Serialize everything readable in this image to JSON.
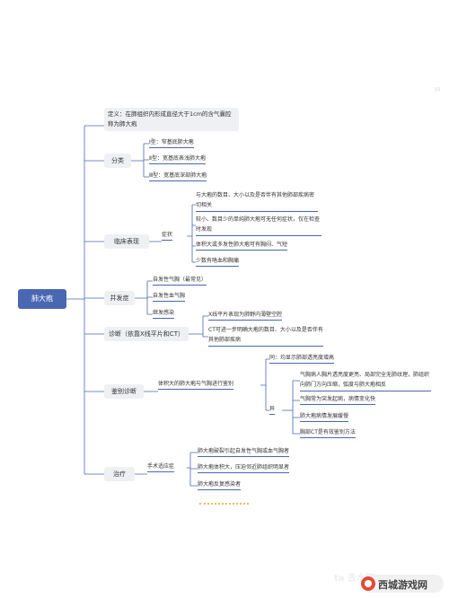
{
  "root": "肺大疱",
  "definition": "定义：在肺组织内形成直径大于1cm的含气囊腔称为肺大疱",
  "classification": {
    "label": "分类",
    "items": [
      "Ⅰ型：窄基底肺大疱",
      "Ⅱ型：宽基底表浅肺大疱",
      "Ⅲ型：宽基底深部肺大疱"
    ]
  },
  "clinical": {
    "label": "临床表现",
    "sub": "症状",
    "items": [
      "与大疱的数目、大小以及是否伴有其他肺部疾病密切相关",
      "较小、数目少的单纯肺大疱可无任何症状，仅在检查时发现",
      "体积大或多发性肺大疱可有胸闷、气短",
      "少数有咯血和胸痛"
    ]
  },
  "complications": {
    "label": "并发症",
    "items": [
      "自发性气胸（最常见）",
      "自发性血气胸",
      "继发感染"
    ]
  },
  "diagnosis": {
    "label": "诊断（依靠X线平片和CT）",
    "items": [
      "X线平片表现为肺野内薄壁空腔",
      "CT可进一步明确大疱的数目、大小以及是否伴有其他肺部疾病"
    ]
  },
  "differential": {
    "label": "鉴别诊断",
    "sub": "体积大的肺大疱与气胸进行鉴别",
    "same": "同：均显示肺部透亮度增高",
    "diff_label": "异",
    "diff_items": [
      "气胸病人胸片透亮度更亮、局部完全无肺纹理，肺组织向肺门方向压缩，弧度与肺大疱相反",
      "气胸常为突发起病，病情变化快",
      "肺大疱病情发展缓慢",
      "胸部CT是有效鉴别方法"
    ]
  },
  "treatment": {
    "label": "治疗",
    "sub": "手术适应症",
    "items": [
      "肺大疱破裂引起自发性气胸或血气胸者",
      "肺大疱体积大，压迫邻近肺组织明显者",
      "肺大疱反复感染者"
    ]
  },
  "page_number": "1/1",
  "watermark": {
    "faint": "ta 去水印",
    "brand": "西城游戏网"
  },
  "colors": {
    "accent": "#4a67b2",
    "line": "#4a67b2",
    "box": "#eef0f3"
  }
}
